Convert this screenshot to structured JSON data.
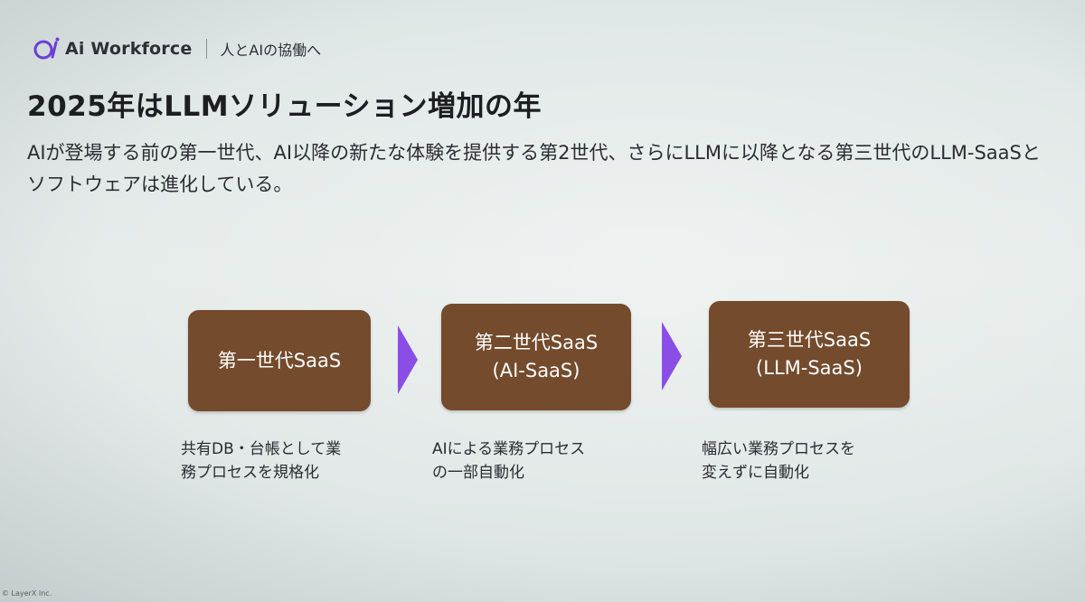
{
  "header": {
    "brand": "Ai Workforce",
    "tagline": "人とAIの協働へ",
    "logo_icon": "ai-workforce-logo-icon"
  },
  "title": "2025年はLLMソリューション増加の年",
  "description": "AIが登場する前の第一世代、AI以降の新たな体験を提供する第2世代、さらにLLMに以降となる第三世代のLLM-SaaSとソフトウェアは進化している。",
  "generations": [
    {
      "line1": "第一世代SaaS",
      "line2": "",
      "caption_line1": "共有DB・台帳として業",
      "caption_line2": "務プロセスを規格化"
    },
    {
      "line1": "第二世代SaaS",
      "line2": "(AI-SaaS)",
      "caption_line1": "AIによる業務プロセス",
      "caption_line2": "の一部自動化"
    },
    {
      "line1": "第三世代SaaS",
      "line2": "(LLM-SaaS)",
      "caption_line1": "幅広い業務プロセスを",
      "caption_line2": "変えずに自動化"
    }
  ],
  "arrow_icon": "chevron-right-icon",
  "copyright": "© LayerX Inc.",
  "colors": {
    "box": "#744b2c",
    "arrow": "#8a4ee6",
    "logo": "#6a3fd6"
  }
}
